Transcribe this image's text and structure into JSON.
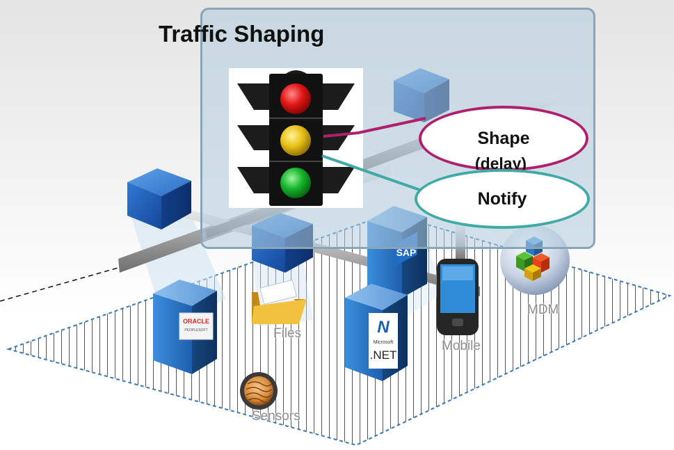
{
  "panel": {
    "title": "Traffic Shaping",
    "shape_label": "Shape",
    "shape_sublabel": "(delay)",
    "notify_label": "Notify"
  },
  "nodes": {
    "files": "Files",
    "mobile": "Mobile",
    "mdm": "MDM",
    "sensors": "Sensors"
  },
  "logos": {
    "oracle": "ORACLE",
    "peoplesoft": "PEOPLESOFT",
    "sap": "SAP",
    "dotnet": ".NET",
    "microsoft": "Microsoft"
  },
  "colors": {
    "panel_border": "#8aa6b6",
    "shape_border": "#b01f6d",
    "notify_border": "#3fa9a6",
    "cube": "#1d63b8"
  }
}
